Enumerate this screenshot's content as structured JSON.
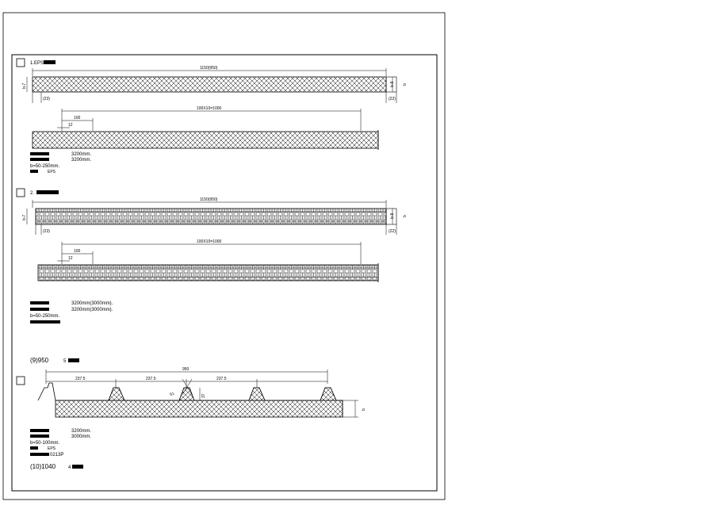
{
  "section1": {
    "title": "1.EPS",
    "dim_total": "1150(950)",
    "dim_b": "b",
    "dim_t1": "b-7",
    "dim_t2": "b-8",
    "dim_left_small": "(23)",
    "dim_right_small": "(22)",
    "dim_top_long": "100X10=1000",
    "dim_100": "100",
    "dim_12": "12",
    "spec_length1": "3200mm.",
    "spec_length2": "3200mm.",
    "spec_thickness": "b=50-250mm.",
    "spec_core": "EPS"
  },
  "section2": {
    "title": "2.",
    "dim_total": "1150(950)",
    "dim_b": "b",
    "dim_t1": "b-7",
    "dim_t2": "b-8",
    "dim_left_small": "(23)",
    "dim_right_small": "(22)",
    "dim_top_long": "100X10=1000",
    "dim_100": "100",
    "dim_12": "12",
    "spec_length1": "3200mm(3000mm).",
    "spec_length2": "3200mm(3000mm).",
    "spec_thickness": "b=50-250mm."
  },
  "section3": {
    "title": "(9)950",
    "title_suffix": "5",
    "dim_total": "950",
    "dim_seg1": "237.5",
    "dim_seg2": "237.5",
    "dim_seg3": "237.5",
    "dim_rib_height": "37",
    "dim_rib_top": "51",
    "dim_b": "b",
    "spec_length1": "3200mm.",
    "spec_length2": "3000mm.",
    "spec_thickness": "b=50-100mm.",
    "spec_core": "EPS",
    "spec_code": "0213P",
    "footer_title": "(10)1040",
    "footer_suffix": "4"
  }
}
